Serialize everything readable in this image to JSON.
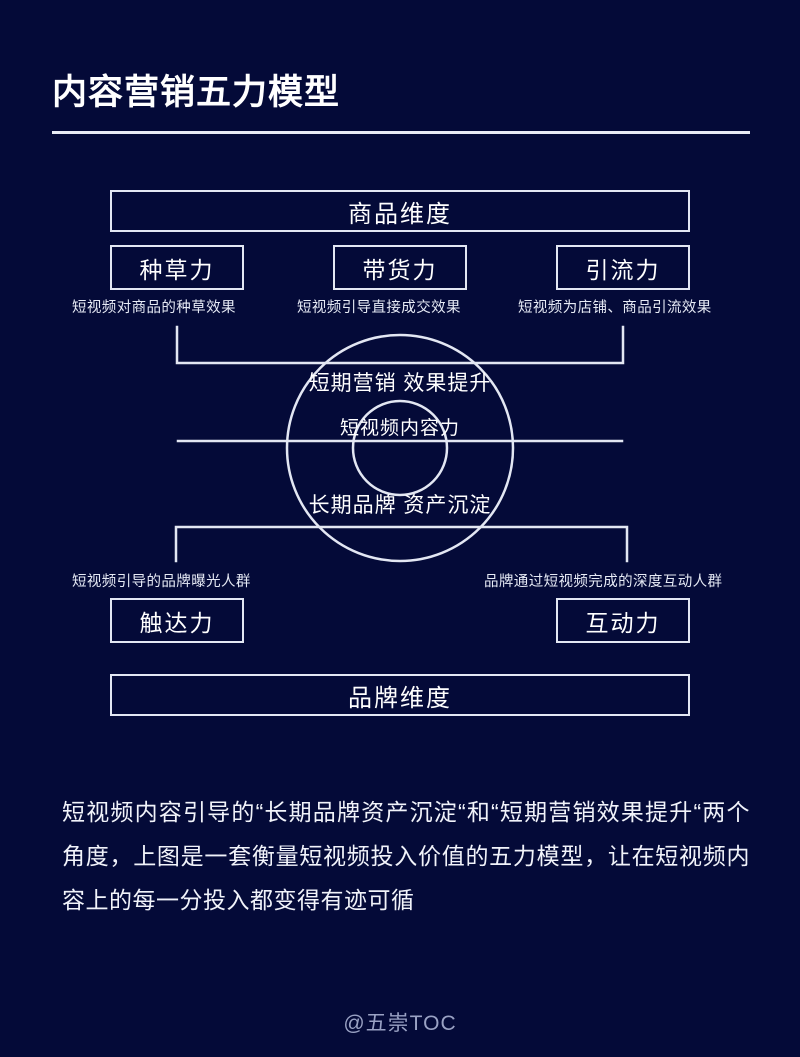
{
  "page": {
    "title": "内容营销五力模型",
    "background_color": "#040a38",
    "line_color": "#e3e7f3",
    "text_color": "#ffffff"
  },
  "diagram": {
    "top_dimension_bar": "商品维度",
    "bottom_dimension_bar": "品牌维度",
    "forces": [
      {
        "id": "zhongcao",
        "label": "种草力",
        "caption": "短视频对商品的种草效果"
      },
      {
        "id": "daihuo",
        "label": "带货力",
        "caption": "短视频引导直接成交效果"
      },
      {
        "id": "yinliu",
        "label": "引流力",
        "caption": "短视频为店铺、商品引流效果"
      },
      {
        "id": "chuda",
        "label": "触达力",
        "caption": "短视频引导的品牌曝光人群"
      },
      {
        "id": "hudong",
        "label": "互动力",
        "caption": "品牌通过短视频完成的深度互动人群"
      }
    ],
    "circle": {
      "top_label": "短期营销 效果提升",
      "bottom_label": "长期品牌 资产沉淀",
      "center_label": "短视频内容力"
    }
  },
  "body": {
    "paragraph": "短视频内容引导的“长期品牌资产沉淀“和“短期营销效果提升“两个角度，上图是一套衡量短视频投入价值的五力模型，让在短视频内容上的每一分投入都变得有迹可循"
  },
  "footer": {
    "watermark": "@五崇TOC"
  }
}
